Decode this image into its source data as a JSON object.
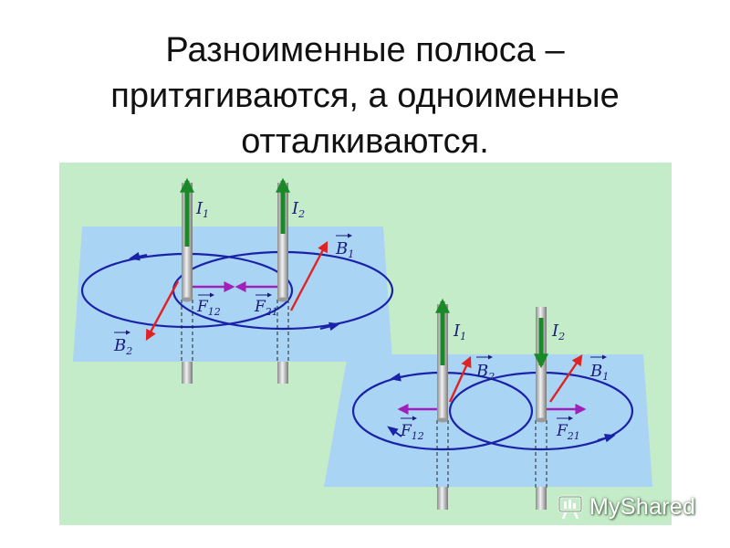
{
  "title": {
    "line1": "Разноименные полюса –",
    "line2": "притягиваются, а одноименные",
    "line3": "отталкиваются."
  },
  "figure": {
    "colors": {
      "background": "#c5ecc8",
      "plane": "#a9d4f4",
      "field_line": "#1a22a8",
      "current_arrow": "#1a8a28",
      "field_vector": "#e02222",
      "force_vector": "#a020b8",
      "label": "#1a1a7a",
      "conductor": "#bdbdbd"
    },
    "attract": {
      "current1": {
        "letter": "I",
        "sub": "1"
      },
      "current2": {
        "letter": "I",
        "sub": "2"
      },
      "b1": {
        "letter": "B",
        "sub": "1"
      },
      "b2": {
        "letter": "B",
        "sub": "2"
      },
      "f12": {
        "letter": "F",
        "sub": "12"
      },
      "f21": {
        "letter": "F",
        "sub": "21"
      }
    },
    "repel": {
      "current1": {
        "letter": "I",
        "sub": "1"
      },
      "current2": {
        "letter": "I",
        "sub": "2"
      },
      "b1": {
        "letter": "B",
        "sub": "1"
      },
      "b2": {
        "letter": "B",
        "sub": "2"
      },
      "f12": {
        "letter": "F",
        "sub": "12"
      },
      "f21": {
        "letter": "F",
        "sub": "21"
      }
    }
  },
  "watermark": {
    "text": "MyShared",
    "icon": "presentation-board-icon"
  }
}
